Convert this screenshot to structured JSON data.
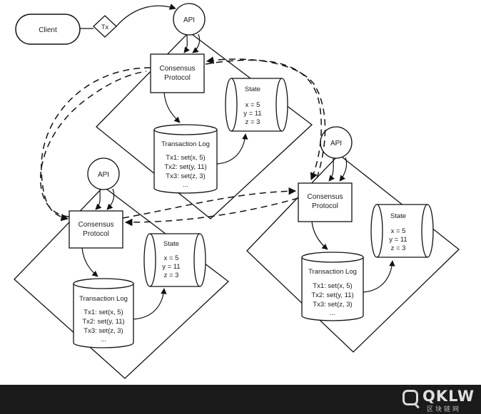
{
  "client": {
    "label": "Client"
  },
  "tx_badge": {
    "label": "Tx"
  },
  "nodes": [
    {
      "api": "API",
      "consensus": [
        "Consensus",
        "Protocol"
      ],
      "state_title": "State",
      "state_values": [
        "x = 5",
        "y = 11",
        "z = 3"
      ],
      "log_title": "Transaction Log",
      "log_entries": [
        "Tx1: set(x, 5)",
        "Tx2: set(y, 11)",
        "Tx3: set(z, 3)",
        "..."
      ]
    },
    {
      "api": "API",
      "consensus": [
        "Consensus",
        "Protocol"
      ],
      "state_title": "State",
      "state_values": [
        "x = 5",
        "y = 11",
        "z = 3"
      ],
      "log_title": "Transaction Log",
      "log_entries": [
        "Tx1: set(x, 5)",
        "Tx2: set(y, 11)",
        "Tx3: set(z, 3)",
        "..."
      ]
    },
    {
      "api": "API",
      "consensus": [
        "Consensus",
        "Protocol"
      ],
      "state_title": "State",
      "state_values": [
        "x = 5",
        "y = 11",
        "z = 3"
      ],
      "log_title": "Transaction Log",
      "log_entries": [
        "Tx1: set(x, 5)",
        "Tx2: set(y, 11)",
        "Tx3: set(z, 3)",
        "..."
      ]
    }
  ],
  "watermark": {
    "brand": "QKLW",
    "subtitle": "区块链网"
  }
}
